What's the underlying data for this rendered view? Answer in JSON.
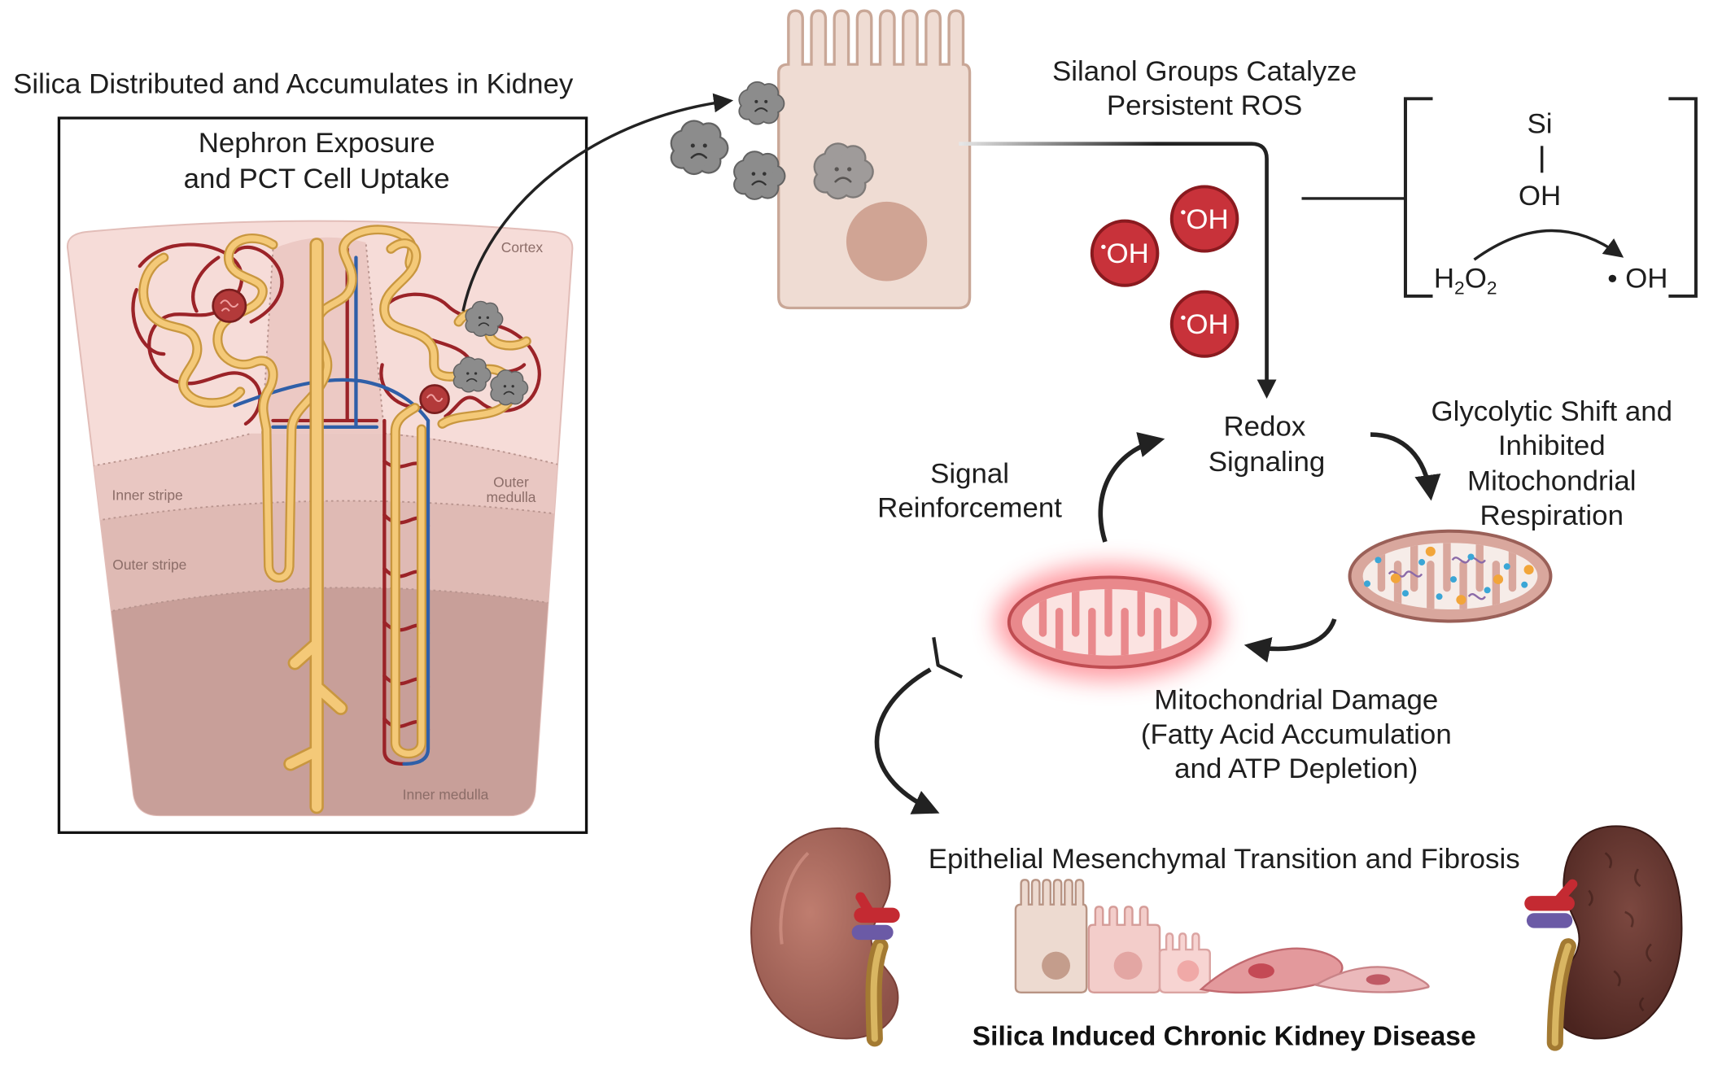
{
  "header": {
    "title": "Silica Distributed and Accumulates in Kidney"
  },
  "nephron_panel": {
    "title_line1": "Nephron Exposure",
    "title_line2": "and PCT Cell Uptake",
    "regions": {
      "cortex": "Cortex",
      "inner_stripe": "Inner stripe",
      "outer_stripe": "Outer stripe",
      "outer_medulla_line1": "Outer",
      "outer_medulla_line2": "medulla",
      "inner_medulla": "Inner medulla"
    }
  },
  "ros": {
    "line1": "Silanol Groups Catalyze",
    "line2": "Persistent ROS",
    "radical_dot": "•",
    "radical_label": "OH"
  },
  "chemistry": {
    "si": "Si",
    "oh": "OH",
    "reactant": {
      "h": "H",
      "sub1": "2",
      "o": "O",
      "sub2": "2"
    },
    "product": "• OH"
  },
  "cycle": {
    "redox": [
      "Redox",
      "Signaling"
    ],
    "glycolytic": [
      "Glycolytic Shift and",
      "Inhibited",
      "Mitochondrial",
      "Respiration"
    ],
    "reinforcement": [
      "Signal",
      "Reinforcement"
    ],
    "damage": [
      "Mitochondrial Damage",
      "(Fatty Acid Accumulation",
      "and ATP Depletion)"
    ]
  },
  "outcome": {
    "emt": "Epithelial Mesenchymal Transition and Fibrosis",
    "disease": "Silica Induced Chronic Kidney Disease"
  },
  "colors": {
    "radical": "#c8323a",
    "silica": "#8c8c8c"
  }
}
